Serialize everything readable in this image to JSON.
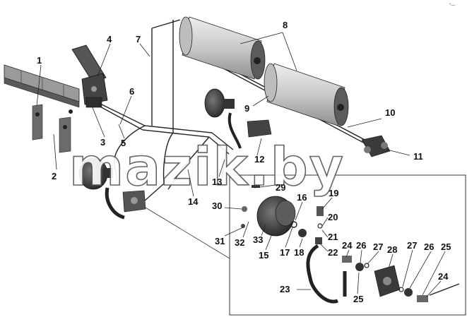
{
  "diagram": {
    "callouts": [
      "1",
      "2",
      "3",
      "4",
      "5",
      "6",
      "7",
      "8",
      "9",
      "10",
      "11",
      "12",
      "13",
      "14",
      "15",
      "16",
      "17",
      "18",
      "19",
      "20",
      "21",
      "22",
      "23",
      "24",
      "24",
      "25",
      "25",
      "26",
      "26",
      "27",
      "27",
      "28",
      "29",
      "30",
      "31",
      "32",
      "33"
    ],
    "watermark": "mazik.by",
    "corner_mark": "°—"
  },
  "colors": {
    "line": "#222222",
    "part_dark": "#3a3a3a",
    "part_mid": "#8c8c8c",
    "tank_light": "#d6d6d6",
    "background": "#ffffff"
  }
}
